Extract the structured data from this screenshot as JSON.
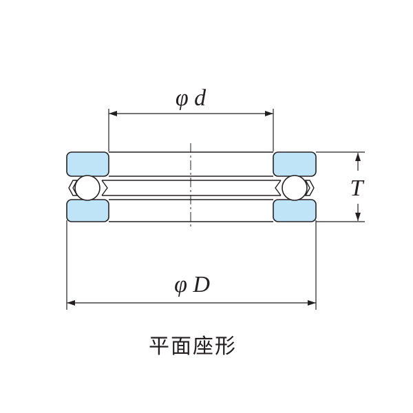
{
  "labels": {
    "inner_diameter": "φ d",
    "outer_diameter": "φ D",
    "height": "T"
  },
  "caption": "平面座形",
  "colors": {
    "line": "#231f20",
    "race_fill": "#bfe3f7",
    "ball_fill": "#ffffff",
    "background": "#ffffff"
  }
}
